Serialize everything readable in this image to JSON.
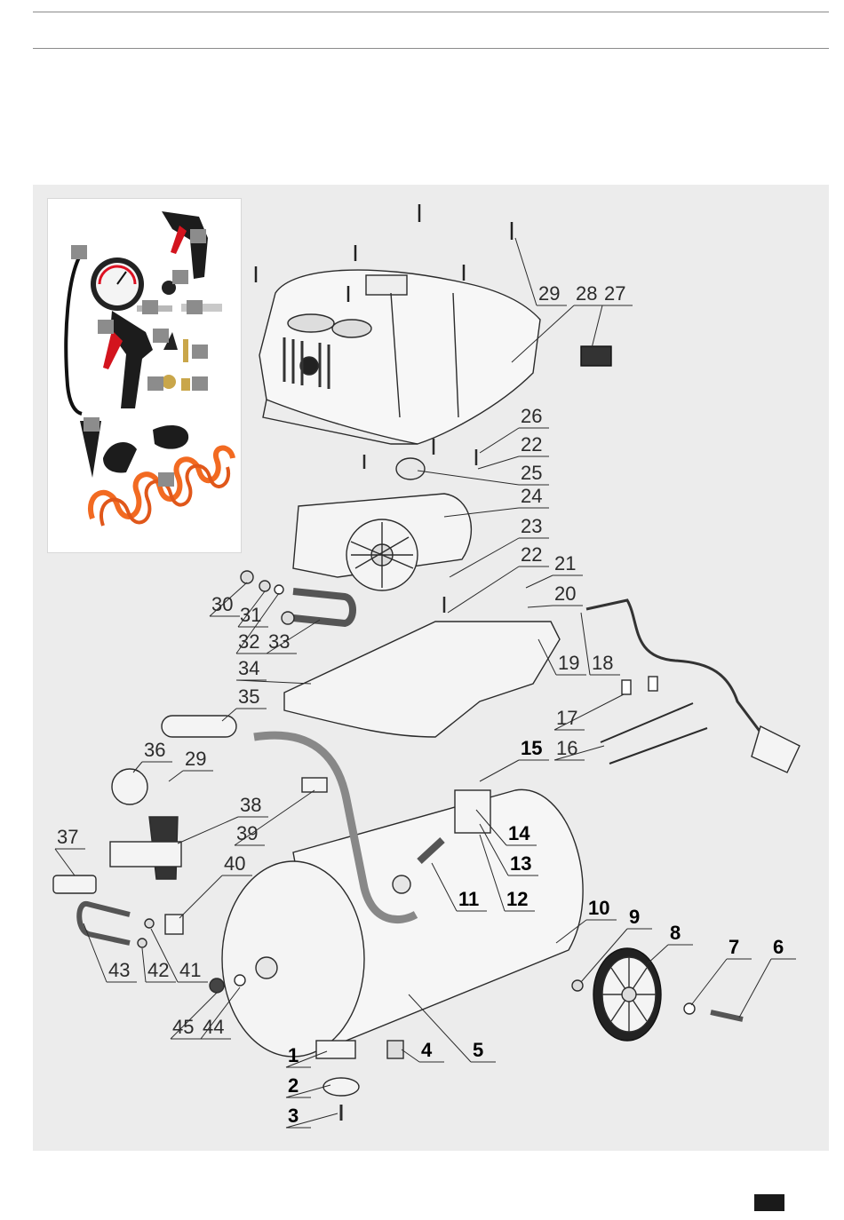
{
  "figure": {
    "type": "exploded-parts-diagram",
    "colors": {
      "background": "#ececec",
      "line": "#2b2b2b",
      "hose": "#f26a21",
      "part_highlight": "#8c8c8c"
    },
    "callouts": [
      {
        "id": "c1",
        "label": "1",
        "bold": true
      },
      {
        "id": "c2",
        "label": "2",
        "bold": true
      },
      {
        "id": "c3",
        "label": "3",
        "bold": true
      },
      {
        "id": "c4",
        "label": "4",
        "bold": true
      },
      {
        "id": "c5",
        "label": "5",
        "bold": true
      },
      {
        "id": "c6",
        "label": "6",
        "bold": true
      },
      {
        "id": "c7",
        "label": "7",
        "bold": true
      },
      {
        "id": "c8",
        "label": "8",
        "bold": true
      },
      {
        "id": "c9",
        "label": "9",
        "bold": true
      },
      {
        "id": "c10",
        "label": "10",
        "bold": true
      },
      {
        "id": "c11",
        "label": "11",
        "bold": true
      },
      {
        "id": "c12",
        "label": "12",
        "bold": true
      },
      {
        "id": "c13",
        "label": "13",
        "bold": true
      },
      {
        "id": "c14",
        "label": "14",
        "bold": true
      },
      {
        "id": "c15",
        "label": "15",
        "bold": true
      },
      {
        "id": "c16",
        "label": "16",
        "bold": false
      },
      {
        "id": "c17",
        "label": "17",
        "bold": false
      },
      {
        "id": "c18",
        "label": "18",
        "bold": false
      },
      {
        "id": "c19",
        "label": "19",
        "bold": false
      },
      {
        "id": "c20",
        "label": "20",
        "bold": false
      },
      {
        "id": "c21",
        "label": "21",
        "bold": false
      },
      {
        "id": "c22a",
        "label": "22",
        "bold": false
      },
      {
        "id": "c22b",
        "label": "22",
        "bold": false
      },
      {
        "id": "c23",
        "label": "23",
        "bold": false
      },
      {
        "id": "c24",
        "label": "24",
        "bold": false
      },
      {
        "id": "c25",
        "label": "25",
        "bold": false
      },
      {
        "id": "c26",
        "label": "26",
        "bold": false
      },
      {
        "id": "c27",
        "label": "27",
        "bold": false
      },
      {
        "id": "c28",
        "label": "28",
        "bold": false
      },
      {
        "id": "c29a",
        "label": "29",
        "bold": false
      },
      {
        "id": "c29b",
        "label": "29",
        "bold": false
      },
      {
        "id": "c30",
        "label": "30",
        "bold": false
      },
      {
        "id": "c31",
        "label": "31",
        "bold": false
      },
      {
        "id": "c32",
        "label": "32",
        "bold": false
      },
      {
        "id": "c33",
        "label": "33",
        "bold": false
      },
      {
        "id": "c34",
        "label": "34",
        "bold": false
      },
      {
        "id": "c35",
        "label": "35",
        "bold": false
      },
      {
        "id": "c36",
        "label": "36",
        "bold": false
      },
      {
        "id": "c37",
        "label": "37",
        "bold": false
      },
      {
        "id": "c38",
        "label": "38",
        "bold": false
      },
      {
        "id": "c39",
        "label": "39",
        "bold": false
      },
      {
        "id": "c40",
        "label": "40",
        "bold": false
      },
      {
        "id": "c41",
        "label": "41",
        "bold": false
      },
      {
        "id": "c42",
        "label": "42",
        "bold": false
      },
      {
        "id": "c43",
        "label": "43",
        "bold": false
      },
      {
        "id": "c44",
        "label": "44",
        "bold": false
      },
      {
        "id": "c45",
        "label": "45",
        "bold": false
      }
    ]
  }
}
